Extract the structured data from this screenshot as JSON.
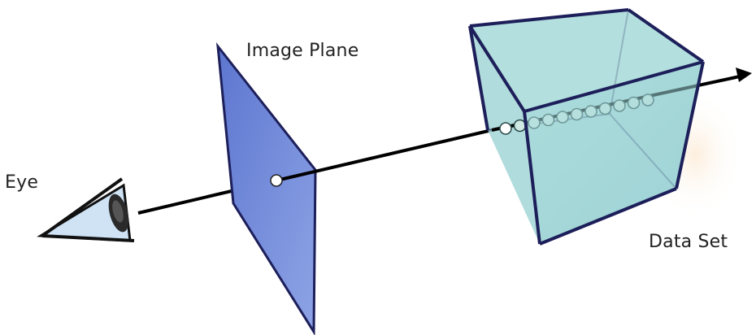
{
  "labels": {
    "eye": "Eye",
    "image_plane": "Image Plane",
    "data_set": "Data Set"
  },
  "colors": {
    "plane_fill": "#6e86d6",
    "cube_fill": "#9fd3d6",
    "cube_edge": "#1d1f5a",
    "ray": "#000000",
    "sample_fill": "#cfe9e3",
    "eye_fill": "#cfe3f5"
  },
  "icons": {
    "eye": "eye-icon",
    "arrow": "arrow-head-icon"
  },
  "samples": {
    "count": 11
  }
}
